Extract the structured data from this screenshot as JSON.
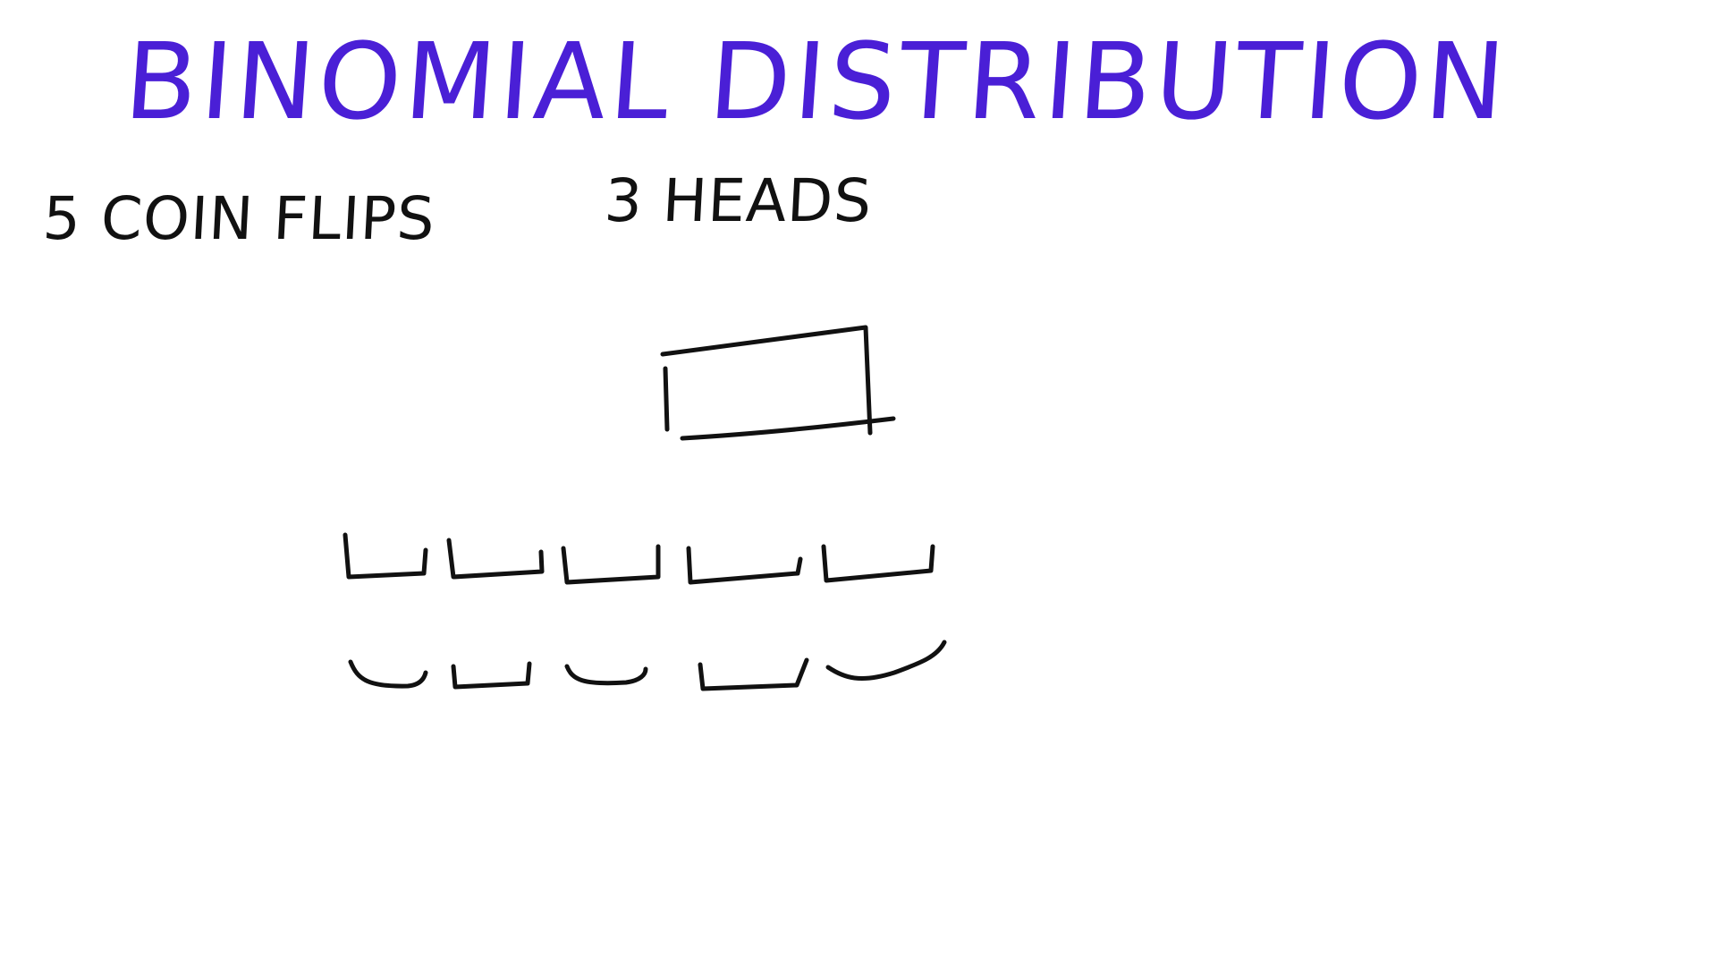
{
  "board": {
    "title": "BINOMIAL DISTRIBUTION",
    "title_color": "#4a1fd6",
    "ink_color": "#111111",
    "flips_label": "5 COIN FLIPS",
    "heads_label": "3 HEADS"
  }
}
